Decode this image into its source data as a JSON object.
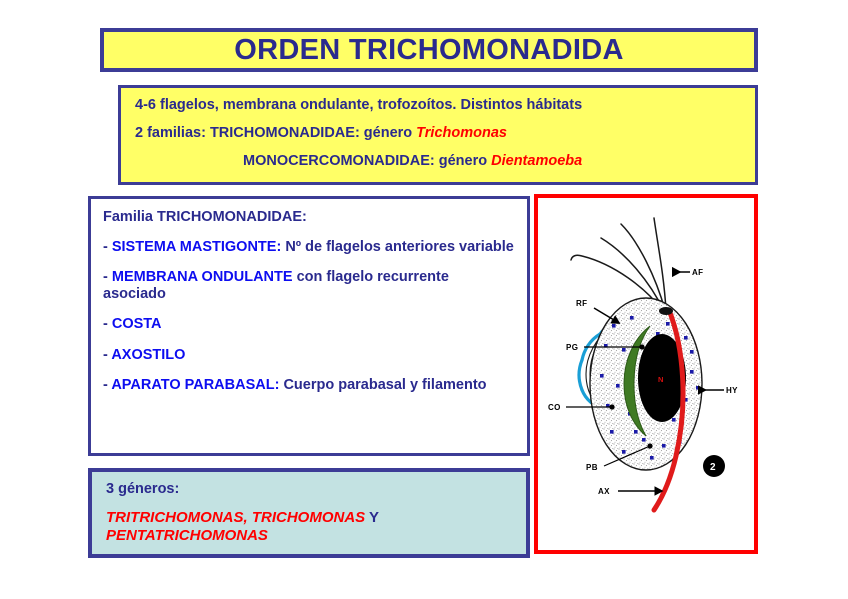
{
  "slide": {
    "title": "ORDEN TRICHOMONADIDA"
  },
  "intro": {
    "line1": "4-6 flagelos, membrana ondulante, trofozoítos. Distintos hábitats",
    "line2_prefix": "2 familias: TRICHOMONADIDAE: género ",
    "line2_genus": "Trichomonas",
    "line3_prefix": "MONOCERCOMONADIDAE: género ",
    "line3_genus": "Dientamoeba"
  },
  "features": {
    "heading": "Familia TRICHOMONADIDAE:",
    "items": [
      {
        "dash": "- ",
        "term": "SISTEMA MASTIGONTE:",
        "rest": " Nº de flagelos anteriores variable"
      },
      {
        "dash": "- ",
        "term": "MEMBRANA ONDULANTE",
        "rest": " con flagelo recurrente asociado"
      },
      {
        "dash": "- ",
        "term": "COSTA",
        "rest": ""
      },
      {
        "dash": "- ",
        "term": "AXOSTILO",
        "rest": ""
      },
      {
        "dash": "- ",
        "term": "APARATO PARABASAL:",
        "rest": " Cuerpo parabasal y filamento"
      }
    ]
  },
  "genera": {
    "heading": "3 géneros:",
    "list_part1": "TRITRICHOMONAS, TRICHOMONAS",
    "conjunction": " Y ",
    "list_part2": "PENTATRICHOMONAS"
  },
  "diagram": {
    "figure_number": "2",
    "labels": {
      "af": "AF",
      "rf": "RF",
      "pg": "PG",
      "co": "CO",
      "pb": "PB",
      "ax": "AX",
      "hy": "HY",
      "n": "N"
    }
  },
  "colors": {
    "navy": "#2a2a8e",
    "border_blue": "#3c3c96",
    "yellow": "#ffff66",
    "bright_blue": "#0d0df0",
    "red": "#ff0000",
    "cyan": "#c3e2e2",
    "axostyle_red": "#e01b1b",
    "parabasal_green": "#3f7a23",
    "granule_blue": "#1a1aa8"
  }
}
